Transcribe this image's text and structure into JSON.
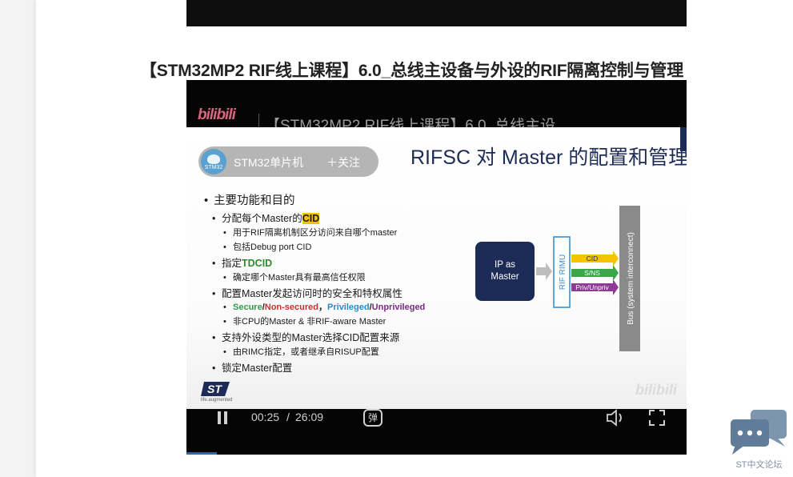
{
  "post": {
    "title": "【STM32MP2 RIF线上课程】6.0_总线主设备与外设的RIF隔离控制与管理"
  },
  "player": {
    "brand": "bilibili",
    "title": "【STM32MP2 RIF线上课程】6.0_总线主设...",
    "channel_name": "STM32单片机",
    "follow_label": "＋关注",
    "avatar_text": "STM32",
    "time_current": "00:25",
    "time_separator": "/",
    "time_total": "26:09",
    "danmaku_label": "弹",
    "progress_fraction": 0.016
  },
  "slide": {
    "title": "RIFSC 对 Master 的配置和管理",
    "outline": {
      "main": "主要功能和目的",
      "item1": {
        "prefix": "分配每个Master的",
        "highlight": "CID"
      },
      "item1_sub1": "用于RIF隔离机制区分访问来自哪个master",
      "item1_sub2": "包括Debug port CID",
      "item2": {
        "prefix": "指定",
        "highlight": "TDCID"
      },
      "item2_sub1": "确定哪个Master具有最高信任权限",
      "item3": "配置Master发起访问时的安全和特权属性",
      "item3_sub1": {
        "secure": "Secure",
        "sep1": "/",
        "nonsecure": "Non-secured",
        "comma": "，",
        "privileged": "Privileged",
        "sep2": "/",
        "unprivileged": "Unprivileged"
      },
      "item3_sub2": "非CPU的Master & 非RIF-aware Master",
      "item4": "支持外设类型的Master选择CID配置来源",
      "item4_sub1": "由RIMC指定，或者继承自RISUP配置",
      "item5": "锁定Master配置"
    },
    "logo_text": "ST",
    "logo_tagline": "life.augmented",
    "watermark": "bilibili",
    "diagram": {
      "master_box": "IP as\nMaster",
      "rimu_label": "RIF RIMU",
      "signals": [
        {
          "label": "CID",
          "color": "#f5c400"
        },
        {
          "label": "S/NS",
          "color": "#3aa64a"
        },
        {
          "label": "Priv/Unpriv",
          "color": "#8e3a96"
        }
      ],
      "bus_label": "Bus (system interconnect)"
    }
  },
  "colors": {
    "slide_title": "#1d2b57",
    "master_box": "#1d2b57",
    "rimu_border": "#3a8fd0",
    "bus_bar": "#8a8a8a"
  },
  "forum": {
    "label": "ST中文论坛"
  }
}
